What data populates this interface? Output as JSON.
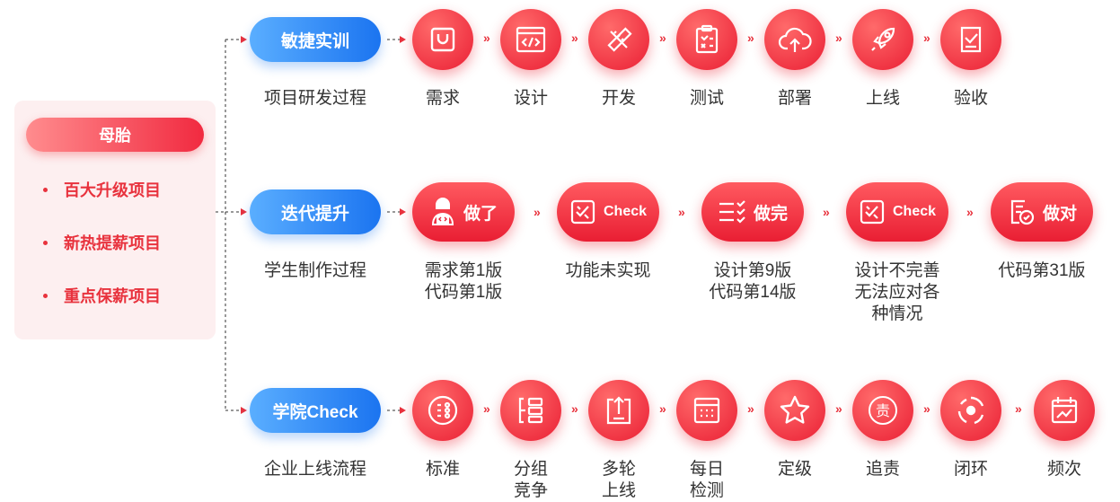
{
  "left_panel": {
    "title": "母胎",
    "items": [
      "百大升级项目",
      "新热提薪项目",
      "重点保薪项目"
    ]
  },
  "rows": [
    {
      "pill": "敏捷实训",
      "caption": "项目研发过程",
      "steps": [
        {
          "icon": "bag-icon",
          "label": "需求"
        },
        {
          "icon": "code-window-icon",
          "label": "设计"
        },
        {
          "icon": "tools-icon",
          "label": "开发"
        },
        {
          "icon": "clipboard-check-icon",
          "label": "测试"
        },
        {
          "icon": "cloud-upload-icon",
          "label": "部署"
        },
        {
          "icon": "rocket-icon",
          "label": "上线"
        },
        {
          "icon": "accept-box-icon",
          "label": "验收"
        }
      ]
    },
    {
      "pill": "迭代提升",
      "caption": "学生制作过程",
      "steps": [
        {
          "icon": "coder-icon",
          "text": "做了",
          "label": [
            "需求第1版",
            "代码第1版"
          ]
        },
        {
          "icon": "check-box-icon",
          "text": "Check",
          "label": [
            "功能未实现"
          ]
        },
        {
          "icon": "checklist-icon",
          "text": "做完",
          "label": [
            "设计第9版",
            "代码第14版"
          ]
        },
        {
          "icon": "check-box-icon",
          "text": "Check",
          "label": [
            "设计不完善",
            "无法应对各",
            "种情况"
          ]
        },
        {
          "icon": "document-check-icon",
          "text": "做对",
          "label": [
            "代码第31版"
          ]
        }
      ]
    },
    {
      "pill": "学院Check",
      "caption": "企业上线流程",
      "steps": [
        {
          "icon": "standard-icon",
          "label": [
            "标准"
          ]
        },
        {
          "icon": "grouping-icon",
          "label": [
            "分组",
            "竞争"
          ]
        },
        {
          "icon": "upload-box-icon",
          "label": [
            "多轮",
            "上线"
          ]
        },
        {
          "icon": "calendar-grid-icon",
          "label": [
            "每日",
            "检测"
          ]
        },
        {
          "icon": "star-icon",
          "label": [
            "定级"
          ]
        },
        {
          "icon": "responsibility-icon",
          "label": [
            "追责"
          ]
        },
        {
          "icon": "loop-icon",
          "label": [
            "闭环"
          ]
        },
        {
          "icon": "calendar-chart-icon",
          "label": [
            "频次"
          ]
        }
      ]
    }
  ],
  "colors": {
    "accent": "#e8323d",
    "blue": "#1b74f0",
    "panel": "#fdeff0"
  }
}
